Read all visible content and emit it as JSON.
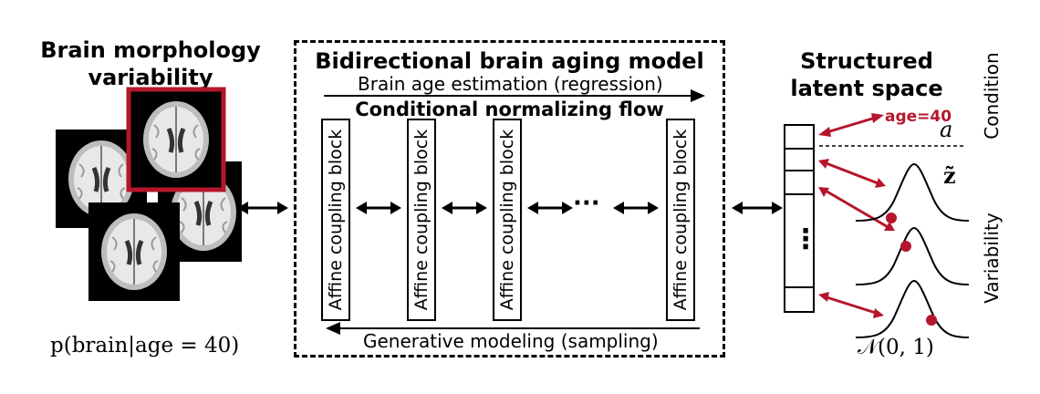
{
  "left": {
    "title_line1": "Brain morphology",
    "title_line2": "variability",
    "formula": "p(brain|age = 40)"
  },
  "model": {
    "title": "Bidirectional brain aging model",
    "regression_label": "Brain age estimation (regression)",
    "flow_title": "Conditional normalizing flow",
    "block_label": "Affine coupling block",
    "ellipsis": "···",
    "sampling_label": "Generative modeling (sampling)"
  },
  "right": {
    "title_line1": "Structured",
    "title_line2": "latent space",
    "age_label": "age=40",
    "condition_symbol": "a",
    "condition_label": "Condition",
    "latent_symbol": "z̃",
    "variability_label": "Variability",
    "distribution_label": "𝒩(0, 1)",
    "vector_ellipsis": "⋮"
  },
  "colors": {
    "accent": "#b5162b",
    "text": "#000000"
  }
}
